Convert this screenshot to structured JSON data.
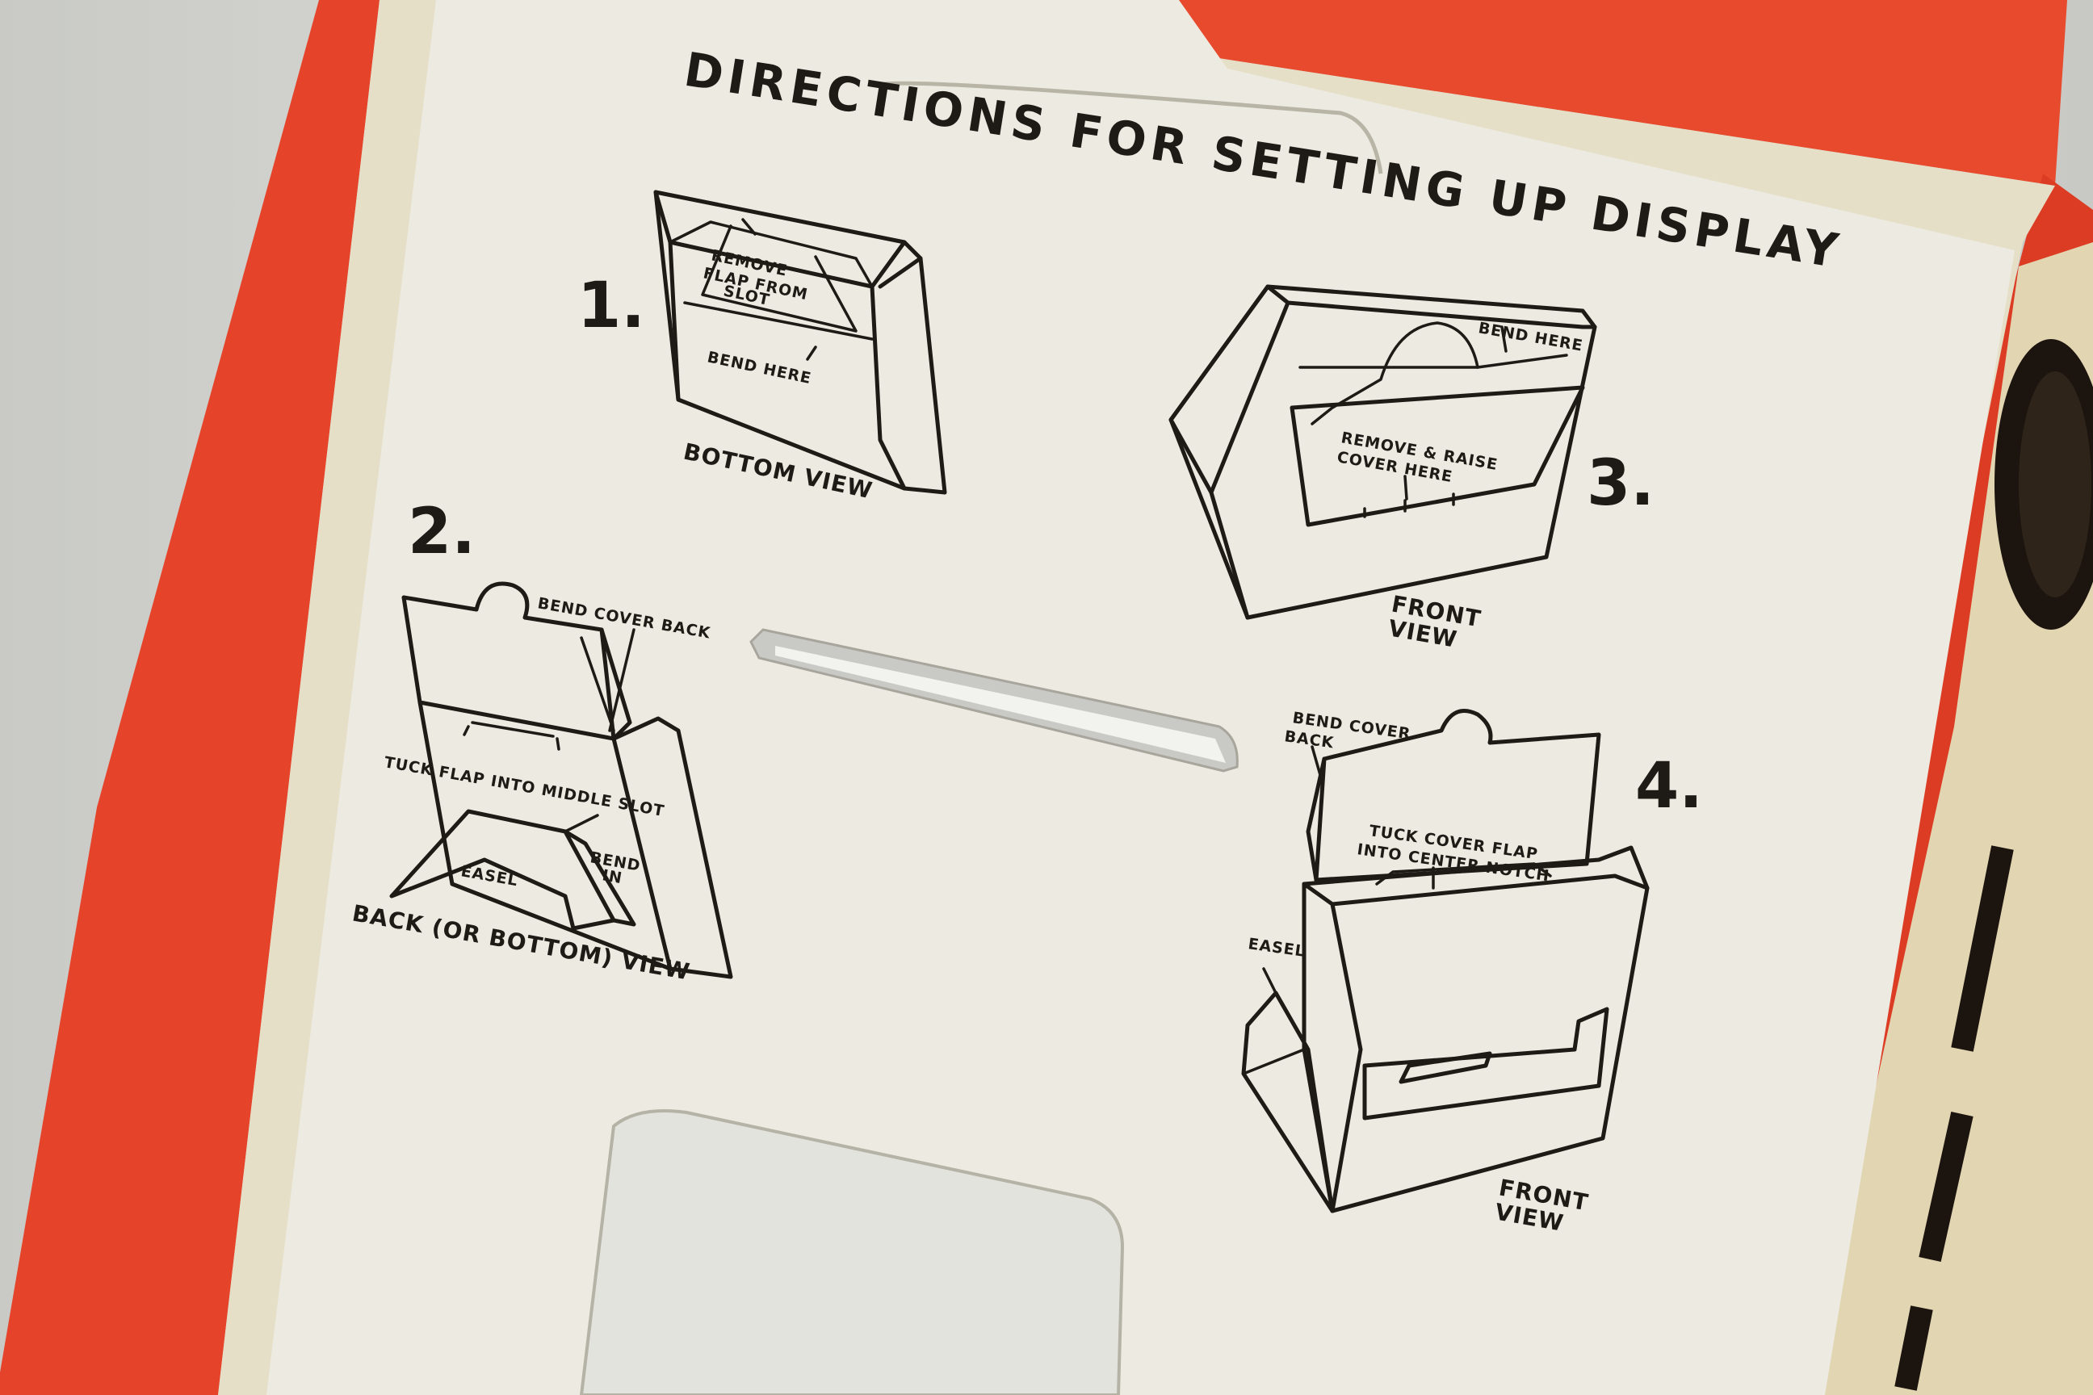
{
  "title": "DIRECTIONS FOR SETTING UP DISPLAY",
  "steps": [
    {
      "number": "1.",
      "labels": [
        "REMOVE",
        "FLAP FROM",
        "SLOT",
        "BEND HERE"
      ],
      "view": "BOTTOM VIEW"
    },
    {
      "number": "2.",
      "labels": [
        "BEND COVER BACK",
        "TUCK FLAP INTO MIDDLE SLOT",
        "EASEL",
        "BEND",
        "IN"
      ],
      "view": "BACK (OR BOTTOM) VIEW"
    },
    {
      "number": "3.",
      "labels": [
        "BEND HERE",
        "REMOVE & RAISE",
        "COVER HERE"
      ],
      "view": [
        "FRONT",
        "VIEW"
      ]
    },
    {
      "number": "4.",
      "labels": [
        "BEND COVER",
        "BACK",
        "TUCK COVER FLAP",
        "INTO CENTER NOTCH",
        "EASEL"
      ],
      "view": [
        "FRONT",
        "VIEW"
      ]
    }
  ],
  "colors": {
    "box_red": "#e5432a",
    "card_stock": "#ecebe1",
    "card_border": "#e6dfc8",
    "ink": "#1e1a16"
  }
}
